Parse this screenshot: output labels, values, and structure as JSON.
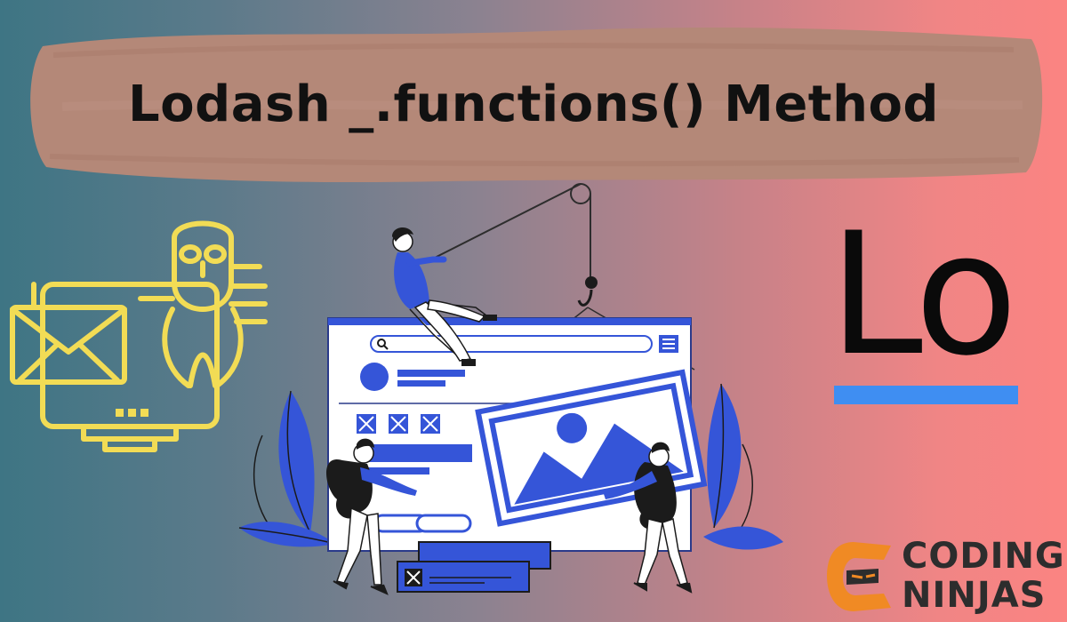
{
  "title": "Lodash _.functions() Method",
  "lodash_logo": {
    "text": "Lo",
    "underline_color": "#3f8ef2"
  },
  "brand": {
    "line1": "CODING",
    "line2": "NINJAS",
    "accent_color": "#f08a24"
  },
  "colors": {
    "scene_blue": "#3555d8",
    "owl_yellow": "#f2dc55",
    "banner_brown": "#b48878"
  },
  "icons": [
    "owl-monitor-icon",
    "envelope-icon",
    "search-icon",
    "menu-icon",
    "image-placeholder-icon",
    "ninja-logo-icon"
  ]
}
